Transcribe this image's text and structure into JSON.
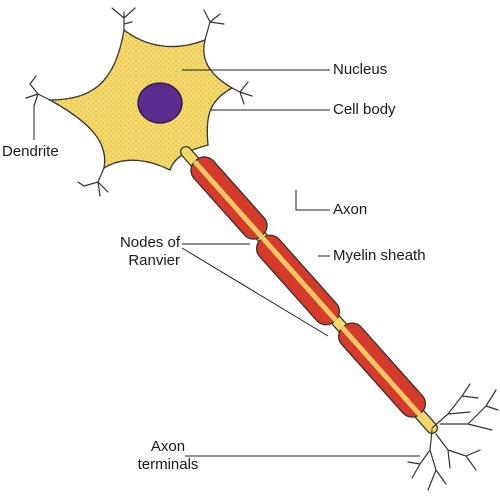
{
  "labels": {
    "nucleus": "Nucleus",
    "cell_body": "Cell body",
    "dendrite": "Dendrite",
    "axon": "Axon",
    "nodes_line1": "Nodes of",
    "nodes_line2": "Ranvier",
    "myelin_sheath": "Myelin sheath",
    "axon_terminals_line1": "Axon",
    "axon_terminals_line2": "terminals"
  },
  "colors": {
    "cell_body_fill": "#f4d86a",
    "nucleus_fill": "#5b2c8f",
    "myelin_fill": "#d63a2a",
    "axon_fill": "#f4d86a",
    "outline": "#333333",
    "leader_line": "#222222"
  }
}
